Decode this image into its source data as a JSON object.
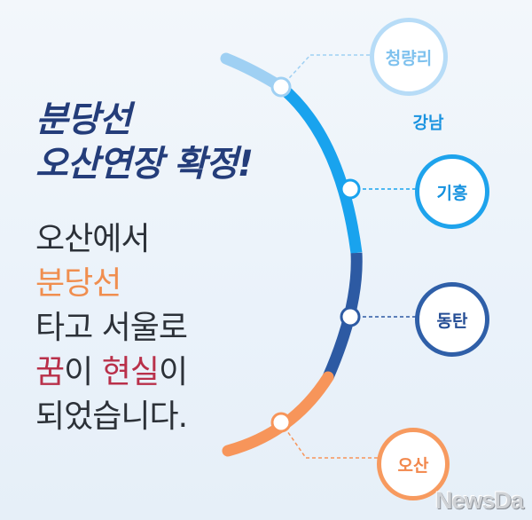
{
  "headline": {
    "line1": "분당선",
    "line2": "오산연장 확정!"
  },
  "body": {
    "line1": "오산에서",
    "line2": "분당선",
    "line3": "타고 서울로",
    "line4_a": "꿈",
    "line4_b": "이 ",
    "line4_c": "현실",
    "line4_d": "이",
    "line5": "되었습니다."
  },
  "stations": {
    "cheongnyangni": "청량리",
    "gangnam": "강남",
    "giheung": "기흥",
    "dongtan": "동탄",
    "osan": "오산"
  },
  "watermark": "NewsDa",
  "colors": {
    "headline": "#243d7a",
    "orange_text": "#f08e4f",
    "red_text": "#b9304a",
    "line_light": "#9fd0f3",
    "line_cyan": "#19a3ee",
    "line_navy": "#2d5aa3",
    "line_orange": "#f7955a"
  }
}
